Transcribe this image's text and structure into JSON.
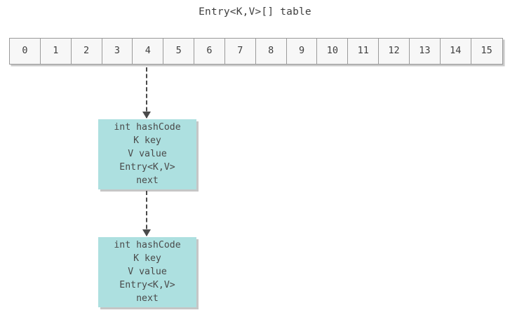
{
  "diagram": {
    "title": "Entry<K,V>[] table",
    "background_color": "#ffffff",
    "text_color": "#4a4a4a"
  },
  "array": {
    "name": "table",
    "cell_count": 16,
    "cell_fill_color": "#f7f7f7",
    "cell_border_color": "#9a9a9a",
    "indices": [
      "0",
      "1",
      "2",
      "3",
      "4",
      "5",
      "6",
      "7",
      "8",
      "9",
      "10",
      "11",
      "12",
      "13",
      "14",
      "15"
    ],
    "linked_index": "4"
  },
  "nodes": [
    {
      "id": "entry-node-1",
      "fill_color": "#ade0e0",
      "shadow_color": "#c6c6c6",
      "fields": [
        "int hashCode",
        "K key",
        "V value",
        "Entry<K,V>",
        "next"
      ]
    },
    {
      "id": "entry-node-2",
      "fill_color": "#ade0e0",
      "shadow_color": "#c6c6c6",
      "fields": [
        "int hashCode",
        "K key",
        "V value",
        "Entry<K,V>",
        "next"
      ]
    }
  ],
  "arrows": [
    {
      "id": "arrow-table-to-node1",
      "from": "table cell 4",
      "to": "entry-node-1",
      "style": "dashed",
      "color": "#4a4a4a"
    },
    {
      "id": "arrow-node1-to-node2",
      "from": "entry-node-1 next",
      "to": "entry-node-2",
      "style": "dashed",
      "color": "#4a4a4a"
    }
  ]
}
